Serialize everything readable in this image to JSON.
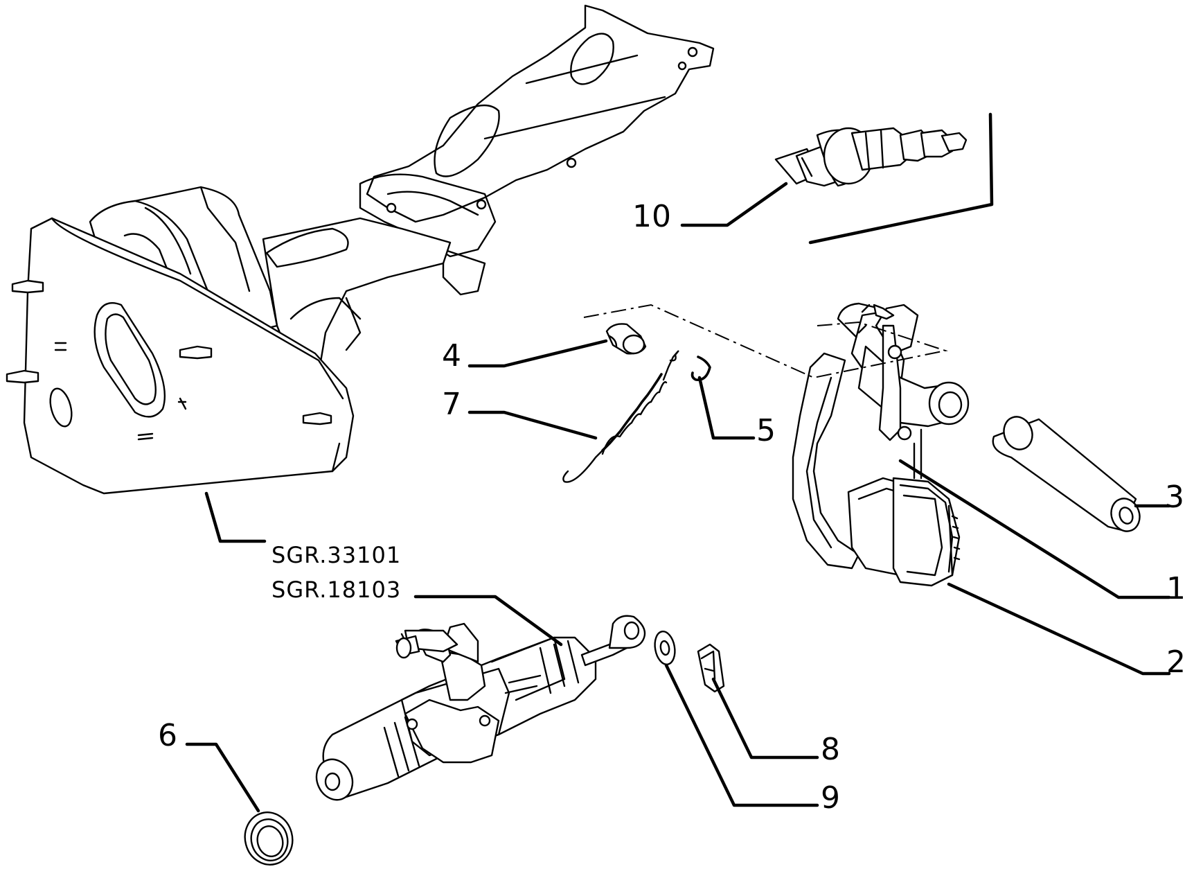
{
  "labels": {
    "n1": "1",
    "n2": "2",
    "n3": "3",
    "n4": "4",
    "n5": "5",
    "n6": "6",
    "n7": "7",
    "n8": "8",
    "n9": "9",
    "n10": "10",
    "ref_a": "SGR.33101",
    "ref_b": "SGR.18103"
  }
}
